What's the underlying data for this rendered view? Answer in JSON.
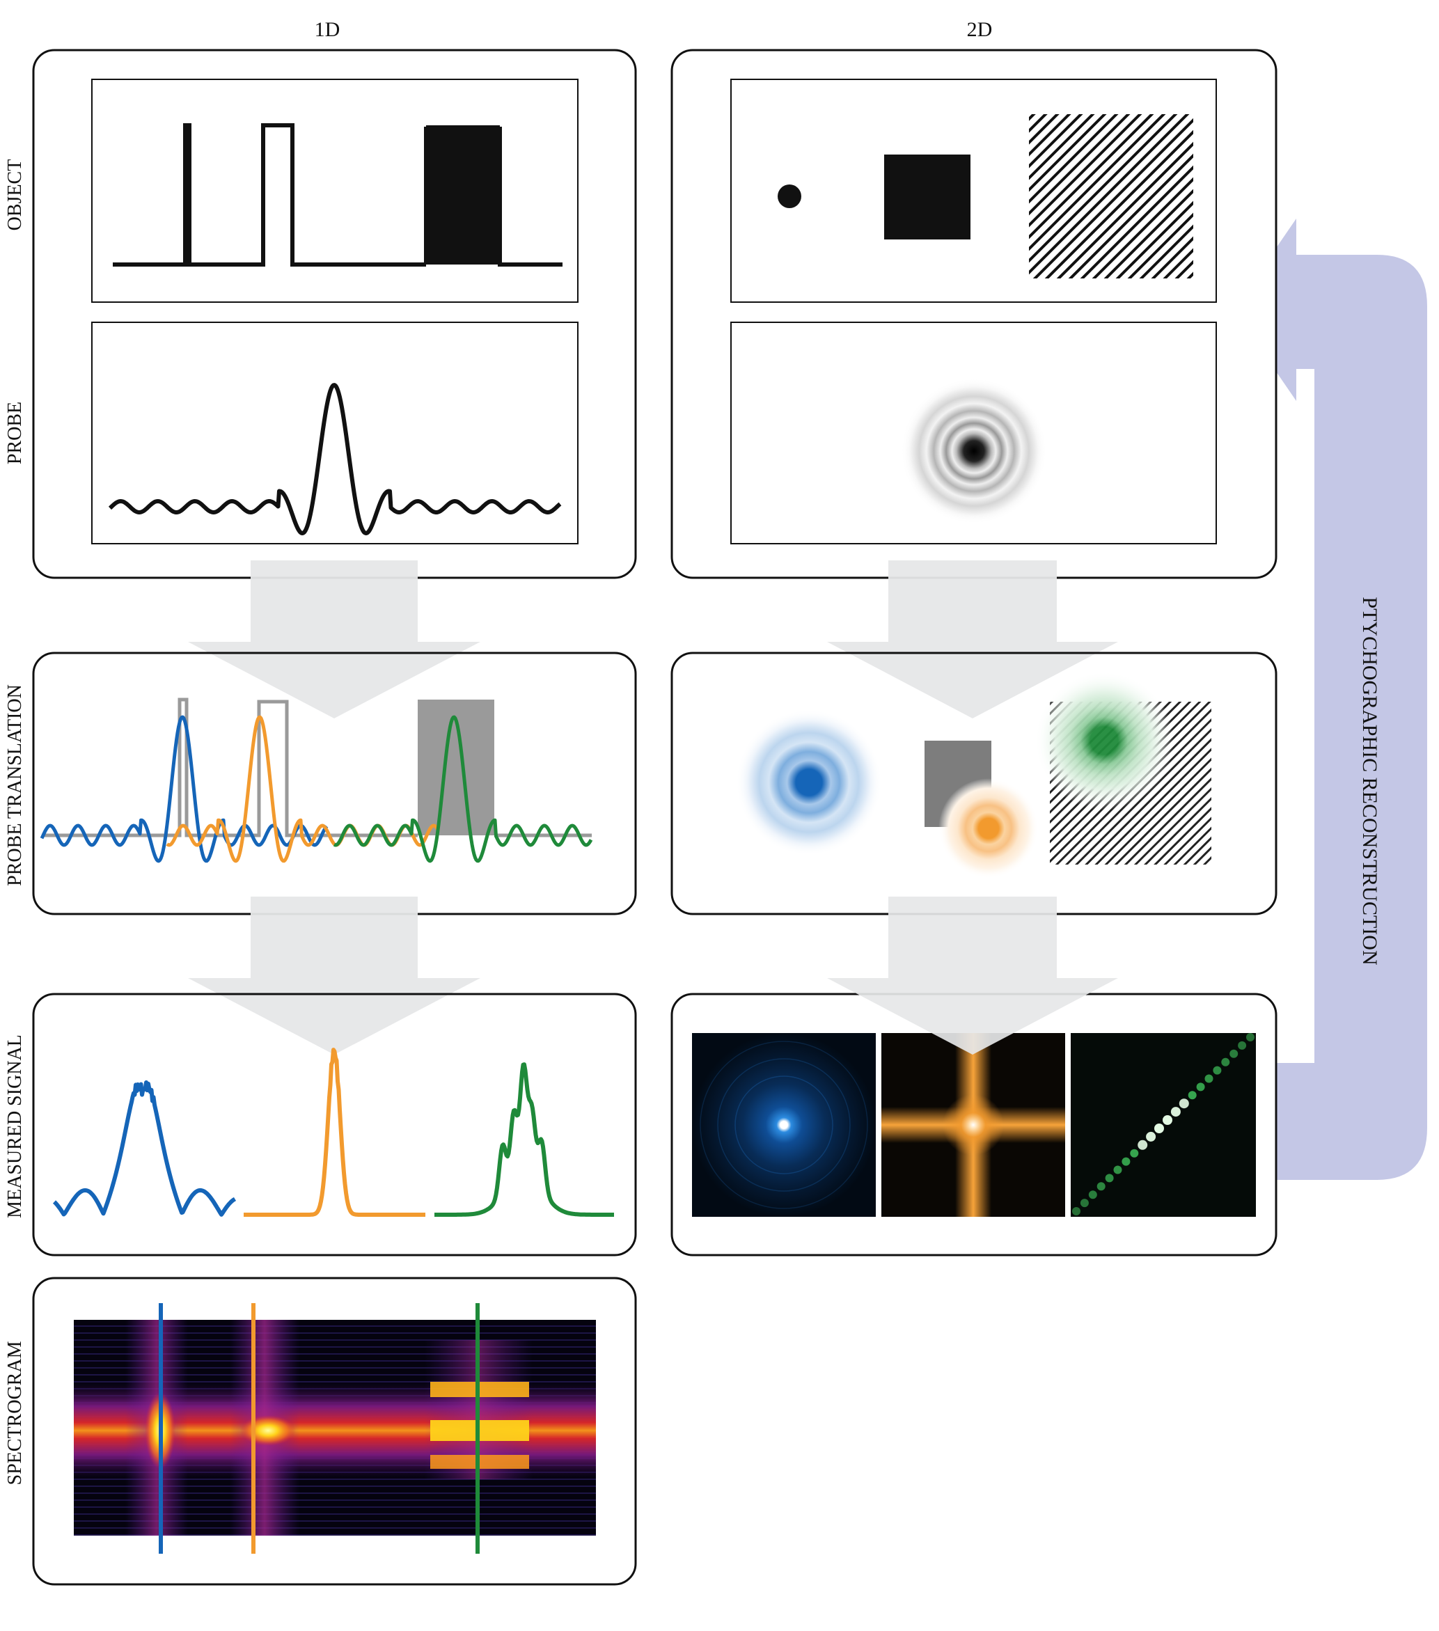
{
  "columns": {
    "left": "1D",
    "right": "2D"
  },
  "rows": {
    "object": "OBJECT",
    "probe": "PROBE",
    "translation": "PROBE TRANSLATION",
    "signal": "MEASURED SIGNAL",
    "spectrogram": "SPECTROGRAM"
  },
  "feedback_label": "PTYCHOGRAPHIC RECONSTRUCTION",
  "colors": {
    "blue": "#1565b8",
    "orange": "#f29a2e",
    "green": "#1f8a3a",
    "feedback": "#c4c7e6",
    "arrow": "#e6e7e8",
    "object_gray": "#9a9a9a"
  }
}
